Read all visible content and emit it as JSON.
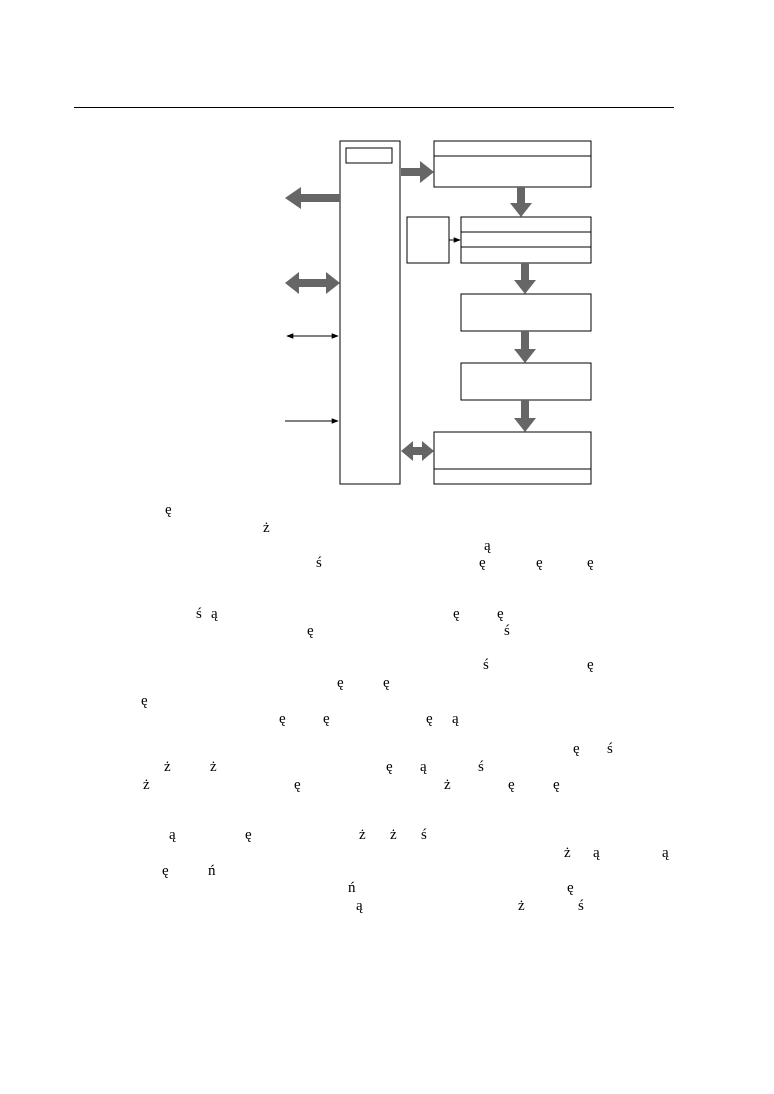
{
  "diagram": {
    "stroke_color": "#000000",
    "arrow_color": "#666666"
  },
  "body_text": {
    "glyphs": [
      {
        "ch": "ę",
        "l": 1,
        "c": 168
      },
      {
        "ch": "ż",
        "l": 2,
        "c": 266
      },
      {
        "ch": "ą",
        "l": 3,
        "c": 487
      },
      {
        "ch": "ś",
        "l": 4,
        "c": 319
      },
      {
        "ch": "ę",
        "l": 4,
        "c": 482
      },
      {
        "ch": "ę",
        "l": 4,
        "c": 539
      },
      {
        "ch": "ę",
        "l": 4,
        "c": 590
      },
      {
        "ch": "ś",
        "l": 5,
        "c": 199
      },
      {
        "ch": "ą",
        "l": 5,
        "c": 214
      },
      {
        "ch": "ę",
        "l": 5,
        "c": 456
      },
      {
        "ch": "ę",
        "l": 5,
        "c": 500
      },
      {
        "ch": "ę",
        "l": 6,
        "c": 310
      },
      {
        "ch": "ś",
        "l": 6,
        "c": 507
      },
      {
        "ch": "ś",
        "l": 7,
        "c": 486
      },
      {
        "ch": "ę",
        "l": 7,
        "c": 590
      },
      {
        "ch": "ę",
        "l": 8,
        "c": 340
      },
      {
        "ch": "ę",
        "l": 8,
        "c": 386
      },
      {
        "ch": "ę",
        "l": 9,
        "c": 144
      },
      {
        "ch": "ę",
        "l": 10,
        "c": 282
      },
      {
        "ch": "ę",
        "l": 10,
        "c": 326
      },
      {
        "ch": "ę",
        "l": 10,
        "c": 429
      },
      {
        "ch": "ą",
        "l": 10,
        "c": 455
      },
      {
        "ch": "ę",
        "l": 11,
        "c": 576
      },
      {
        "ch": "ś",
        "l": 11,
        "c": 610
      },
      {
        "ch": "ż",
        "l": 12,
        "c": 167
      },
      {
        "ch": "ż",
        "l": 12,
        "c": 213
      },
      {
        "ch": "ę",
        "l": 12,
        "c": 389
      },
      {
        "ch": "ą",
        "l": 12,
        "c": 423
      },
      {
        "ch": "ś",
        "l": 12,
        "c": 481
      },
      {
        "ch": "ż",
        "l": 13,
        "c": 146
      },
      {
        "ch": "ę",
        "l": 13,
        "c": 297
      },
      {
        "ch": "ż",
        "l": 13,
        "c": 447
      },
      {
        "ch": "ę",
        "l": 13,
        "c": 511
      },
      {
        "ch": "ę",
        "l": 13,
        "c": 556
      },
      {
        "ch": "ą",
        "l": 14,
        "c": 172
      },
      {
        "ch": "ę",
        "l": 14,
        "c": 248
      },
      {
        "ch": "ż",
        "l": 14,
        "c": 362
      },
      {
        "ch": "ż",
        "l": 14,
        "c": 393
      },
      {
        "ch": "ś",
        "l": 14,
        "c": 424
      },
      {
        "ch": "ż",
        "l": 15,
        "c": 567
      },
      {
        "ch": "ą",
        "l": 15,
        "c": 596
      },
      {
        "ch": "ą",
        "l": 15,
        "c": 665
      },
      {
        "ch": "ę",
        "l": 16,
        "c": 165
      },
      {
        "ch": "ń",
        "l": 16,
        "c": 211
      },
      {
        "ch": "ń",
        "l": 17,
        "c": 351
      },
      {
        "ch": "ę",
        "l": 17,
        "c": 570
      },
      {
        "ch": "ą",
        "l": 18,
        "c": 359
      },
      {
        "ch": "ż",
        "l": 18,
        "c": 521
      },
      {
        "ch": "ś",
        "l": 18,
        "c": 581
      }
    ]
  }
}
